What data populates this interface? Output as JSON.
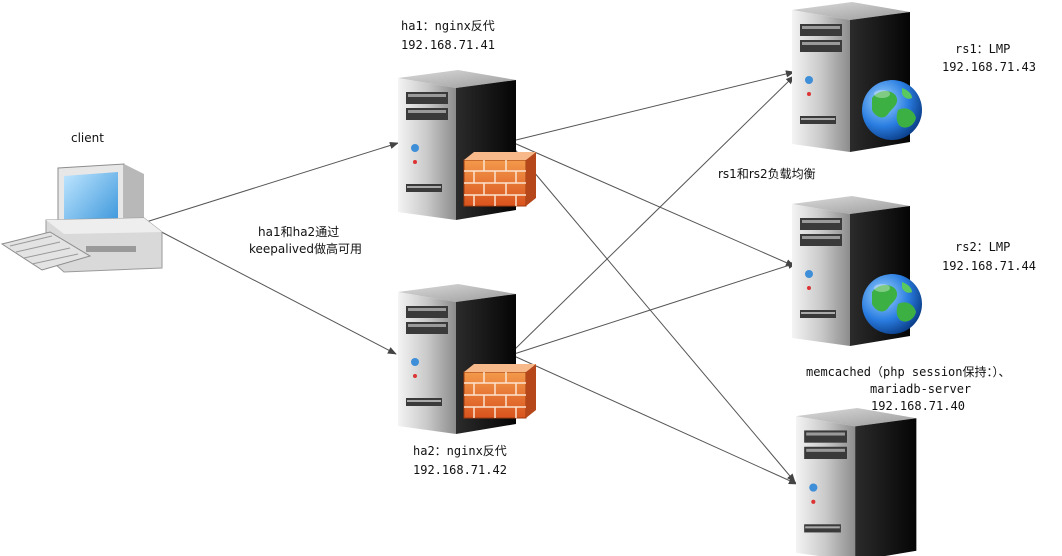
{
  "labels": {
    "client": "client",
    "ha1_name": "ha1：nginx反代",
    "ha1_ip": "192.168.71.41",
    "ha2_name": "ha2：nginx反代",
    "ha2_ip": "192.168.71.42",
    "ha_note_1": "ha1和ha2通过",
    "ha_note_2": "keepalived做高可用",
    "rs1_name": "rs1：LMP",
    "rs1_ip": "192.168.71.43",
    "rs2_name": "rs2：LMP",
    "rs2_ip": "192.168.71.44",
    "lb_note": "rs1和rs2负载均衡",
    "mem_line1": "memcached（php session保持：）、",
    "mem_line2": "mariadb-server",
    "mem_ip": "192.168.71.40"
  },
  "icons": {
    "client": "desktop-computer-icon",
    "proxy": "server-firewall-icon",
    "web": "server-globe-icon",
    "db": "server-icon"
  },
  "colors": {
    "line": "#555555",
    "firewall": "#e8742a",
    "globe_land": "#3cb043",
    "globe_sea": "#2a7de1"
  }
}
